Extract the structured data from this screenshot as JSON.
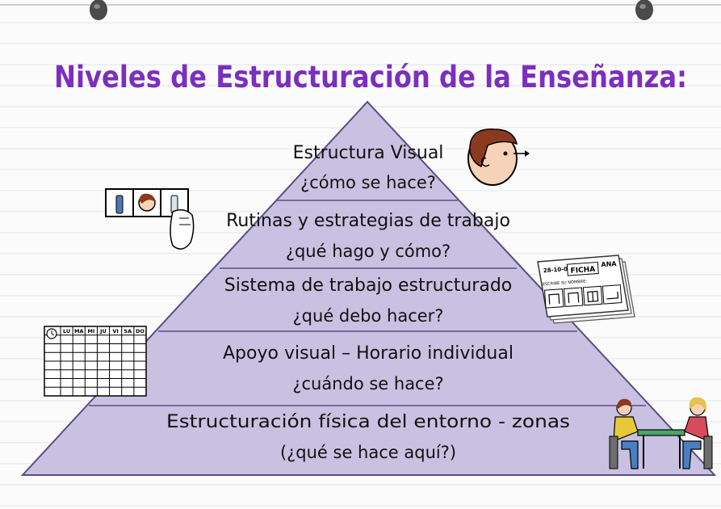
{
  "title": "Niveles de Estructuración de la Enseñanza:",
  "colors": {
    "title": "#7b2fbe",
    "pyramid_fill": "#c9c1e1",
    "pyramid_stroke": "#5a4d86",
    "paper": "#fbfbfb",
    "paper_line": "#dfe6ee"
  },
  "levels": [
    {
      "name": "Estructura Visual",
      "question": "¿cómo se hace?"
    },
    {
      "name": "Rutinas y estrategias de trabajo",
      "question": "¿qué hago y cómo?"
    },
    {
      "name": "Sistema de trabajo estructurado",
      "question": "¿qué debo hacer?"
    },
    {
      "name": "Apoyo visual – Horario individual",
      "question": "¿cuándo se hace?"
    },
    {
      "name": "Estructuración física del entorno - zonas",
      "question": "(¿qué se hace aquí?)"
    }
  ],
  "ficha": {
    "date": "28-10-09",
    "label": "FICHA",
    "name": "ANA",
    "prompt": "ESCRIBE SU NOMBRE:"
  },
  "schedule_days": [
    "LU",
    "MA",
    "MI",
    "JU",
    "VI",
    "SA",
    "DO"
  ],
  "icons": [
    "pin-icon",
    "face-profile-icon",
    "pictogram-card-icon",
    "worksheet-icon",
    "schedule-grid-icon",
    "students-at-desk-icon"
  ]
}
